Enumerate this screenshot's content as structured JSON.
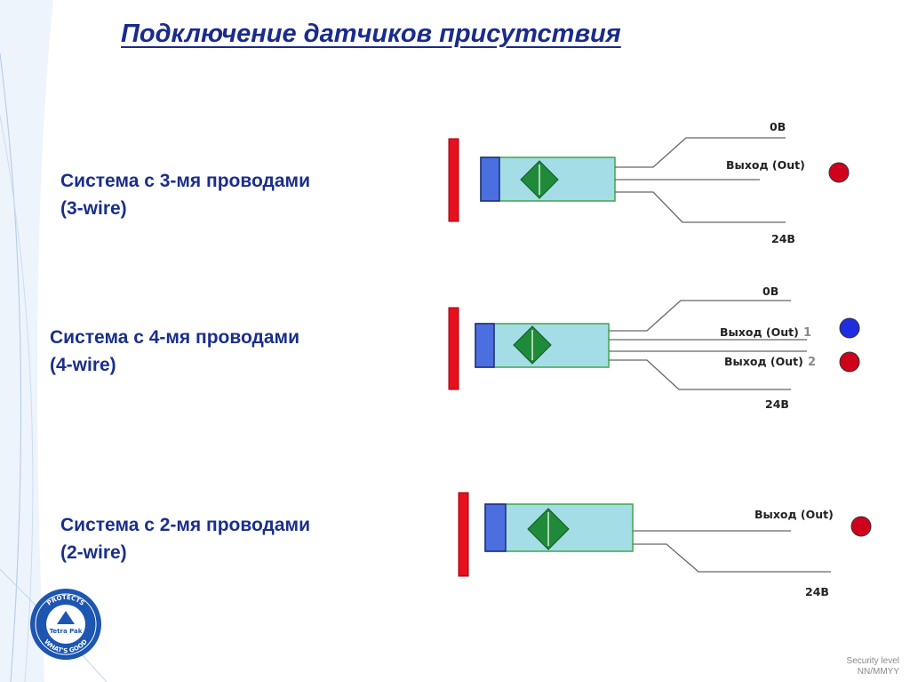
{
  "title": "Подключение  датчиков присутствия",
  "systems": [
    {
      "label_line1": "Система с  3-мя проводами",
      "label_line2": "(3-wire)",
      "wires": {
        "top": "0В",
        "out": "Выход (Out)",
        "bottom": "24В"
      },
      "indicator_colors": [
        "#d0021b"
      ]
    },
    {
      "label_line1": "Система с  4-мя проводами",
      "label_line2": "(4-wire)",
      "wires": {
        "top": "0В",
        "out1": "Выход (Out)",
        "out1_num": "1",
        "out2": "Выход (Out)",
        "out2_num": "2",
        "bottom": "24В"
      },
      "indicator_colors": [
        "#1e2de0",
        "#d0021b"
      ]
    },
    {
      "label_line1": "Система с  2-мя проводами",
      "label_line2": "(2-wire)",
      "wires": {
        "out": "Выход (Out)",
        "bottom": "24В"
      },
      "indicator_colors": [
        "#d0021b"
      ]
    }
  ],
  "colors": {
    "target": "#e8101e",
    "sensor_body": "#a4dde6",
    "sensor_border": "#3ea64a",
    "sensor_face": "#4c6fe0",
    "diamond": "#1f8a3a",
    "title": "#1a2b8c"
  },
  "logo": {
    "brand": "Tetra Pak",
    "top_text": "PROTECTS",
    "bottom_text": "WHAT'S GOOD"
  },
  "footer": {
    "security_level": "Security level",
    "date_code": "NN/MMYY"
  }
}
